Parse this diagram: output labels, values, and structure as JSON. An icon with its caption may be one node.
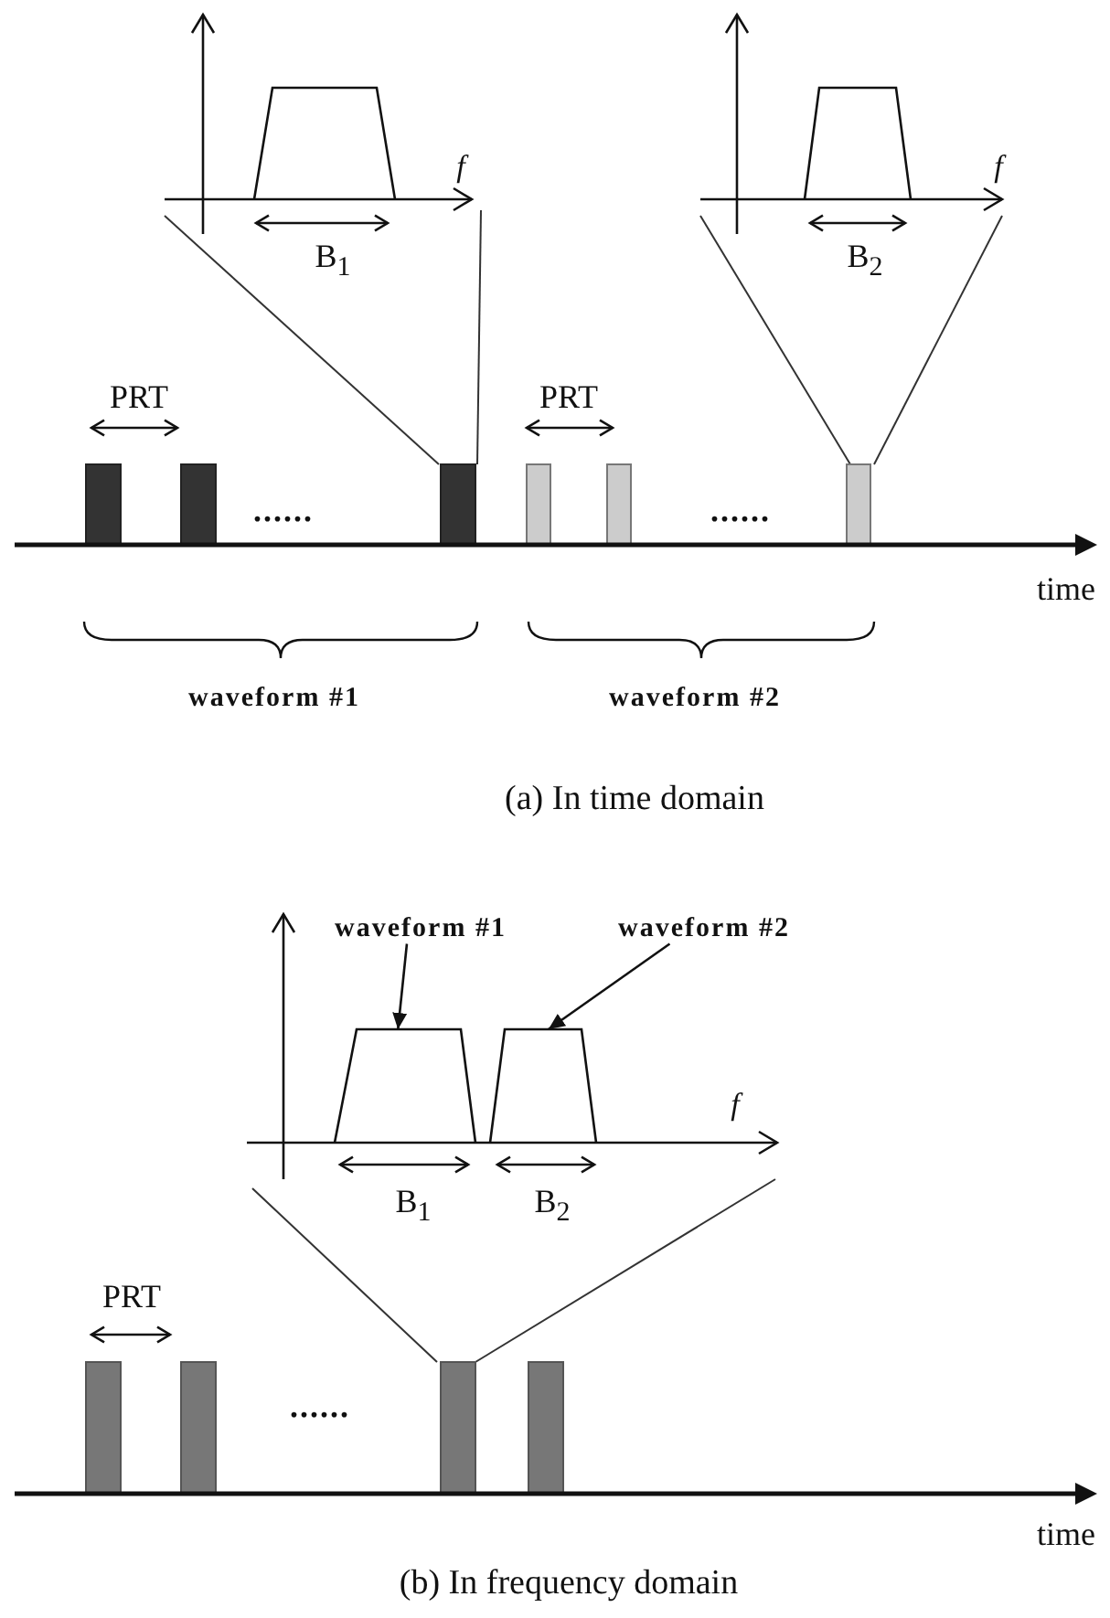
{
  "diagram": {
    "nodes": [
      {
        "text": [
          "waveform #1"
        ]
      },
      {
        "text": [
          "waveform #2"
        ]
      },
      {
        "text": [],
        "shape": "trapezoid"
      },
      {
        "text": [],
        "shape": "trapezoid"
      }
    ],
    "edges": [
      {
        "from": 0,
        "to": 2,
        "arrow": "to"
      },
      {
        "from": 1,
        "to": 3,
        "arrow": "to"
      }
    ],
    "labels": [
      "f",
      "B$_{1}$",
      "f",
      "B$_{2}$",
      "PRT",
      "......",
      "PRT",
      "......",
      "time",
      "waveform #1",
      "waveform #2",
      "(a) In time domain",
      "f",
      "B$_{1}$",
      "B$_{2}$",
      "PRT",
      "......",
      "time",
      "(b) In frequency domain"
    ]
  }
}
